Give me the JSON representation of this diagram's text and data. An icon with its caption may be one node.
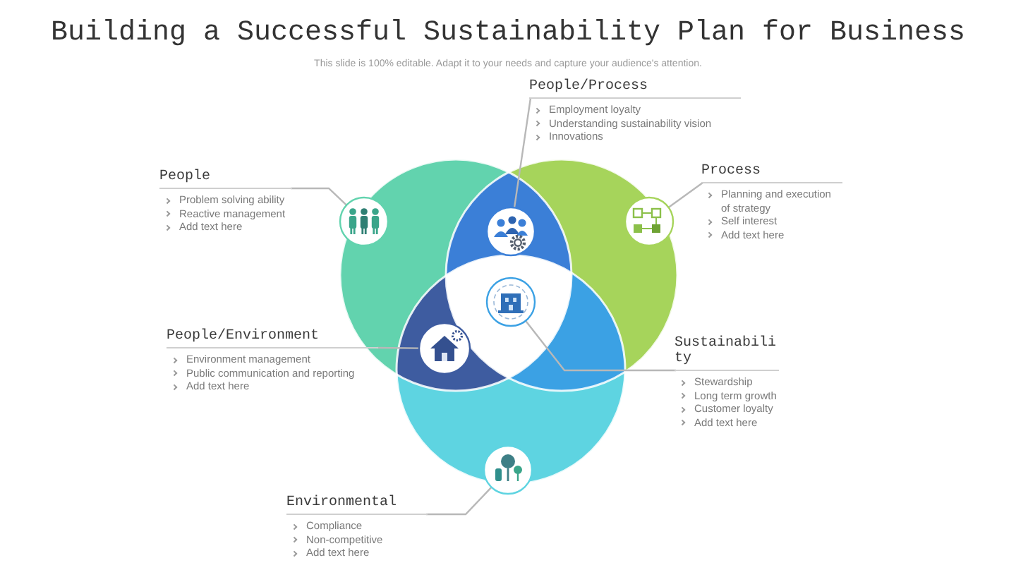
{
  "diagram": {
    "title": "Building a Successful Sustainability Plan for Business",
    "nodes": [
      {
        "text": [
          "People/Process",
          "Employment loyalty",
          "Understanding sustainability vision",
          "Innovations"
        ]
      },
      {
        "text": [
          "People",
          "Problem solving ability",
          "Reactive management",
          "Add text here"
        ]
      },
      {
        "text": [
          "Process",
          "Planning and execution of strategy",
          "Self interest",
          "Add text here"
        ]
      },
      {
        "text": [
          "People/Environment",
          "Environment management",
          "Public communication and reporting",
          "Add text here"
        ]
      },
      {
        "text": [
          "Sustainability",
          "Stewardship",
          "Long term growth",
          "Customer loyalty",
          "Add text here"
        ]
      },
      {
        "text": [
          "Environmental",
          "Compliance",
          "Non-competitive",
          "Add text here"
        ]
      },
      {
        "text": [],
        "shape": "circle"
      },
      {
        "text": [],
        "shape": "circle"
      },
      {
        "text": [],
        "shape": "circle"
      },
      {
        "text": [],
        "shape": "circle"
      },
      {
        "text": [],
        "shape": "circle"
      },
      {
        "text": [],
        "shape": "circle"
      }
    ],
    "edges": [
      {
        "from": 0,
        "to": 7,
        "arrow": "none"
      },
      {
        "from": 1,
        "to": 6,
        "arrow": "none"
      },
      {
        "from": 2,
        "to": 8,
        "arrow": "none"
      },
      {
        "from": 3,
        "to": 10,
        "arrow": "none"
      },
      {
        "from": 4,
        "to": 9,
        "arrow": "none"
      },
      {
        "from": 5,
        "to": 11,
        "arrow": "none"
      }
    ],
    "labels": [
      "This slide is 100% editable. Adapt it to your needs and capture your audience's attention."
    ]
  }
}
